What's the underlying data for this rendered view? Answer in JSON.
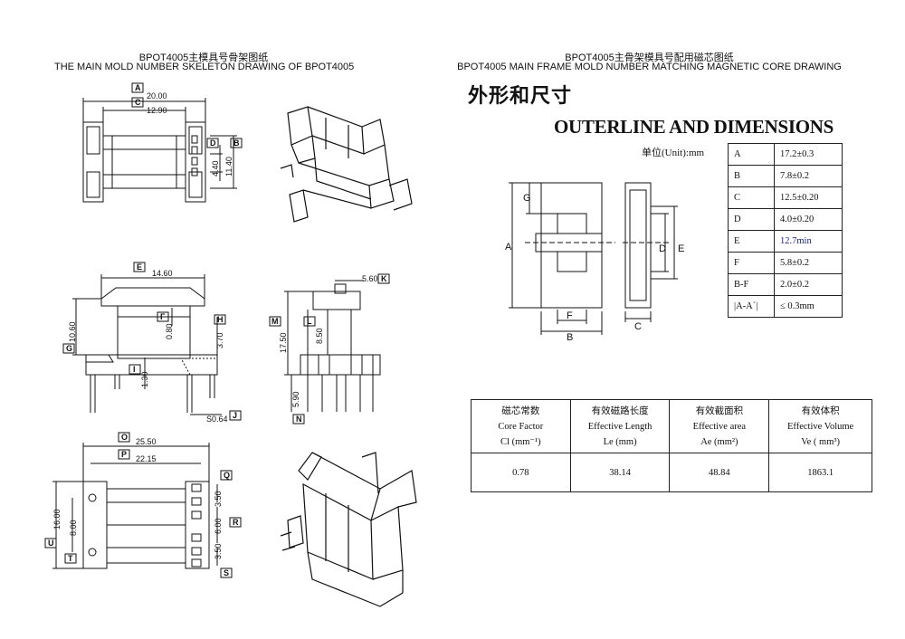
{
  "left_header": {
    "cn": "BPOT4005主模具号骨架图纸",
    "en": "THE MAIN MOLD NUMBER SKELETON DRAWING OF BPOT4005"
  },
  "right_header": {
    "cn": "BPOT4005主骨架模具号配用磁芯图纸",
    "en": "BPOT4005 MAIN FRAME MOLD NUMBER MATCHING MAGNETIC CORE DRAWING"
  },
  "core_title_cn": "外形和尺寸",
  "core_title_en": "OUTERLINE AND DIMENSIONS",
  "unit_label": "单位(Unit):mm",
  "skeleton_dims": {
    "top_view": {
      "A": "20.00",
      "C": "12.90",
      "D": "4.40",
      "B": "11.40"
    },
    "front_view": {
      "E": "14.60",
      "G": "10.60",
      "F": "0.80",
      "H": "3.70",
      "I": "1.30",
      "J": "S0.64"
    },
    "side_view": {
      "K": "5.60",
      "M": "17.50",
      "L": "8.50",
      "N": "5.90"
    },
    "bottom_view": {
      "O": "25.50",
      "P": "22.15",
      "U": "16.00",
      "T": "8.00",
      "Q": "3.50",
      "R": "6.00",
      "S": "3.50"
    }
  },
  "core_drawing_letters": {
    "A": "A",
    "B": "B",
    "C": "C",
    "D": "D",
    "E": "E",
    "F": "F",
    "G": "G"
  },
  "dimension_table": [
    {
      "key": "A",
      "value": "17.2±0.3"
    },
    {
      "key": "B",
      "value": "7.8±0.2"
    },
    {
      "key": "C",
      "value": "12.5±0.20"
    },
    {
      "key": "D",
      "value": "4.0±0.20"
    },
    {
      "key": "E",
      "value": "12.7min"
    },
    {
      "key": "F",
      "value": "5.8±0.2"
    },
    {
      "key": "B-F",
      "value": "2.0±0.2"
    },
    {
      "key": "|A-A´|",
      "value": "≤ 0.3mm"
    }
  ],
  "core_factor_table": {
    "headers": [
      {
        "cn": "磁芯常数",
        "en": "Core Factor",
        "sym": "Cl (mm⁻¹)"
      },
      {
        "cn": "有效磁路长度",
        "en": "Effective Length",
        "sym": "Le (mm)"
      },
      {
        "cn": "有效截面积",
        "en": "Effective area",
        "sym": "Ae (mm²)"
      },
      {
        "cn": "有效体积",
        "en": "Effective Volume",
        "sym": "Ve ( mm³)"
      }
    ],
    "values": [
      "0.78",
      "38.14",
      "48.84",
      "1863.1"
    ]
  },
  "colors": {
    "line": "#111111",
    "accent_blue": "#1a1a8c"
  }
}
